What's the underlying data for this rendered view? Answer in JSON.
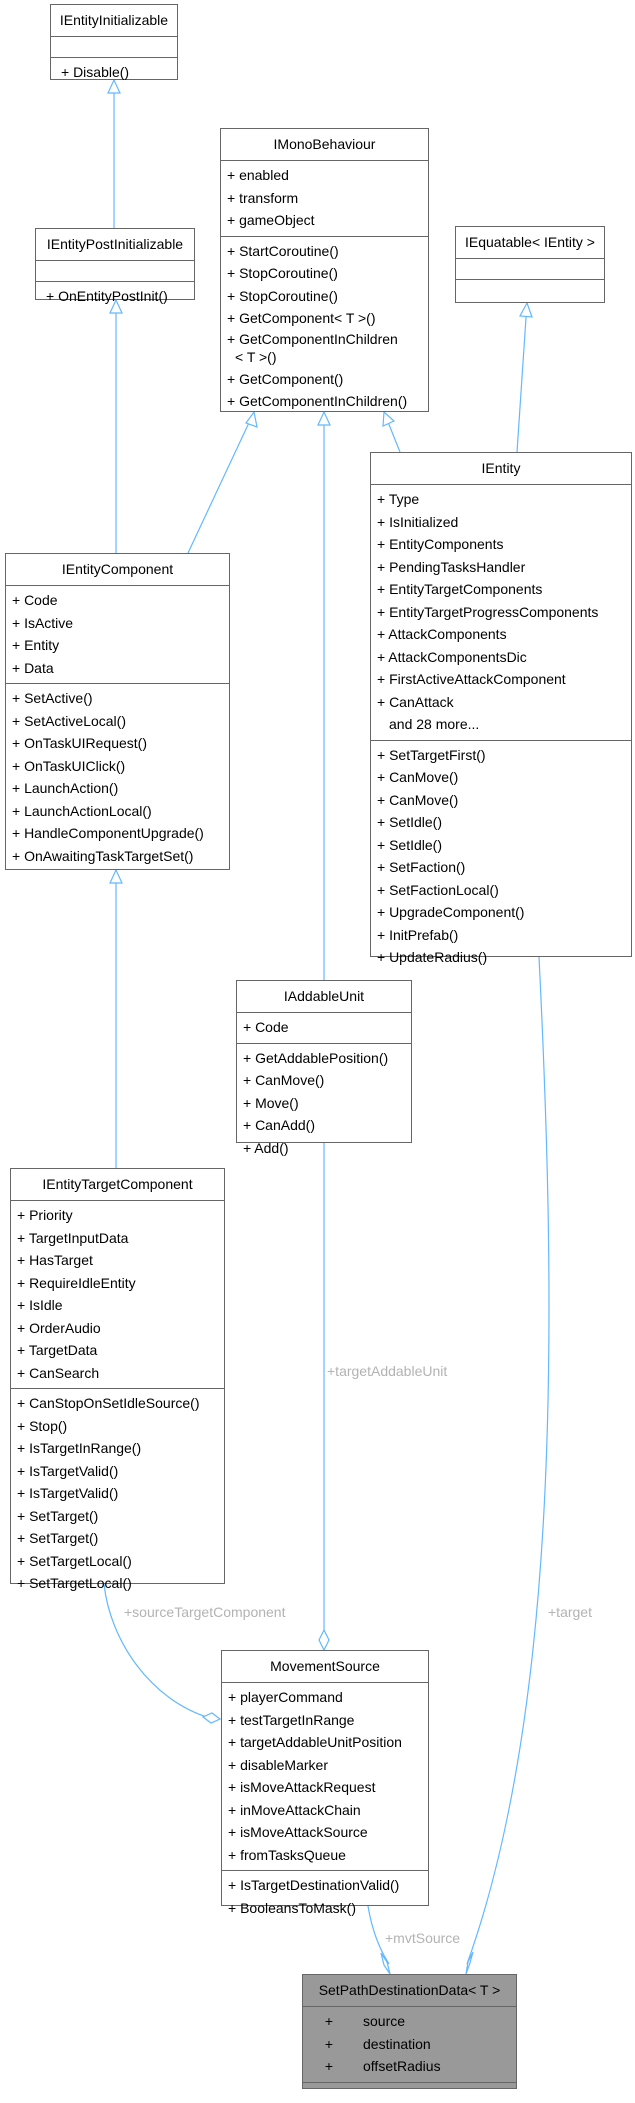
{
  "nodes": {
    "ientity_initializable": {
      "title": "IEntityInitializable",
      "methods": [
        "+   Disable()"
      ]
    },
    "ientity_post_initializable": {
      "title": "IEntityPostInitializable",
      "methods": [
        "+   OnEntityPostInit()"
      ]
    },
    "imono_behaviour": {
      "title": "IMonoBehaviour",
      "attributes": [
        "+ enabled",
        "+ transform",
        "+ gameObject"
      ],
      "methods": [
        "+ StartCoroutine()",
        "+ StopCoroutine()",
        "+ StopCoroutine()",
        "+ GetComponent< T >()",
        "+ GetComponentInChildren",
        "< T >()",
        "+ GetComponent()",
        "+ GetComponentInChildren()"
      ]
    },
    "iequatable": {
      "title": "IEquatable< IEntity >"
    },
    "ientity": {
      "title": "IEntity",
      "attributes": [
        "+ Type",
        "+ IsInitialized",
        "+ EntityComponents",
        "+ PendingTasksHandler",
        "+ EntityTargetComponents",
        "+ EntityTargetProgressComponents",
        "+ AttackComponents",
        "+ AttackComponentsDic",
        "+ FirstActiveAttackComponent",
        "+ CanAttack",
        "and 28 more..."
      ],
      "methods": [
        "+ SetTargetFirst()",
        "+ CanMove()",
        "+ CanMove()",
        "+ SetIdle()",
        "+ SetIdle()",
        "+ SetFaction()",
        "+ SetFactionLocal()",
        "+ UpgradeComponent()",
        "+ InitPrefab()",
        "+ UpdateRadius()"
      ]
    },
    "ientity_component": {
      "title": "IEntityComponent",
      "attributes": [
        "+ Code",
        "+ IsActive",
        "+ Entity",
        "+ Data"
      ],
      "methods": [
        "+ SetActive()",
        "+ SetActiveLocal()",
        "+ OnTaskUIRequest()",
        "+ OnTaskUIClick()",
        "+ LaunchAction()",
        "+ LaunchActionLocal()",
        "+ HandleComponentUpgrade()",
        "+ OnAwaitingTaskTargetSet()"
      ]
    },
    "iaddable_unit": {
      "title": "IAddableUnit",
      "attributes": [
        "+ Code"
      ],
      "methods": [
        "+ GetAddablePosition()",
        "+ CanMove()",
        "+ Move()",
        "+ CanAdd()",
        "+ Add()"
      ]
    },
    "ientity_target_component": {
      "title": "IEntityTargetComponent",
      "attributes": [
        "+ Priority",
        "+ TargetInputData",
        "+ HasTarget",
        "+ RequireIdleEntity",
        "+ IsIdle",
        "+ OrderAudio",
        "+ TargetData",
        "+ CanSearch"
      ],
      "methods": [
        "+ CanStopOnSetIdleSource()",
        "+ Stop()",
        "+ IsTargetInRange()",
        "+ IsTargetValid()",
        "+ IsTargetValid()",
        "+ SetTarget()",
        "+ SetTarget()",
        "+ SetTargetLocal()",
        "+ SetTargetLocal()"
      ]
    },
    "movement_source": {
      "title": "MovementSource",
      "attributes": [
        "+ playerCommand",
        "+ testTargetInRange",
        "+ targetAddableUnitPosition",
        "+ disableMarker",
        "+ isMoveAttackRequest",
        "+ inMoveAttackChain",
        "+ isMoveAttackSource",
        "+ fromTasksQueue"
      ],
      "methods": [
        "+ IsTargetDestinationValid()",
        "+ BooleansToMask()"
      ]
    },
    "set_path_destination_data": {
      "title": "SetPathDestinationData< T >",
      "attributes": [
        {
          "vis": "+",
          "name": "source"
        },
        {
          "vis": "+",
          "name": "destination"
        },
        {
          "vis": "+",
          "name": "offsetRadius"
        }
      ]
    }
  },
  "edge_labels": {
    "target_addable_unit": "+targetAddableUnit",
    "source_target_component": "+sourceTargetComponent",
    "target": "+target",
    "mvt_source": "+mvtSource"
  },
  "colors": {
    "edge": "#63b8ff",
    "edge_label": "#b3b3b3",
    "node_border": "#666666",
    "highlight": "#999999"
  }
}
